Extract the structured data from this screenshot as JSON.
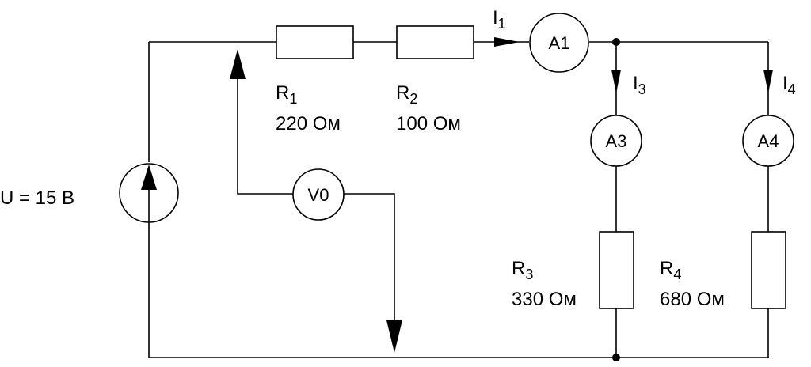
{
  "source": {
    "label": "U = 15 В"
  },
  "resistors": [
    {
      "letter": "R",
      "index": "1",
      "value": "220 Ом"
    },
    {
      "letter": "R",
      "index": "2",
      "value": "100 Ом"
    },
    {
      "letter": "R",
      "index": "3",
      "value": "330 Ом"
    },
    {
      "letter": "R",
      "index": "4",
      "value": "680 Ом"
    }
  ],
  "meters": {
    "a1": "A1",
    "a3": "A3",
    "a4": "A4",
    "v0": "V0"
  },
  "currents": [
    {
      "letter": "I",
      "index": "1"
    },
    {
      "letter": "I",
      "index": "3"
    },
    {
      "letter": "I",
      "index": "4"
    }
  ]
}
